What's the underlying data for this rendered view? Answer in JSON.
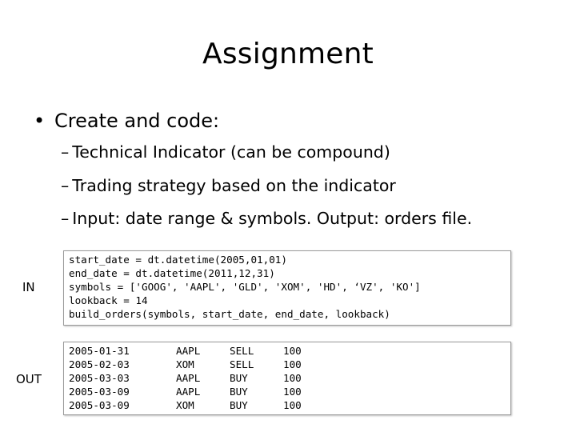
{
  "slide": {
    "title": "Assignment",
    "bullet": {
      "marker": "•",
      "text": "Create and code:"
    },
    "sub_bullets": [
      {
        "marker": "–",
        "text": "Technical Indicator (can be compound)"
      },
      {
        "marker": "–",
        "text": "Trading strategy based on the indicator"
      },
      {
        "marker": "–",
        "text": "Input: date range & symbols. Output: orders file."
      }
    ]
  },
  "input_box": {
    "label": "IN",
    "lines": [
      "start_date = dt.datetime(2005,01,01)",
      "end_date = dt.datetime(2011,12,31)",
      "symbols = ['GOOG', 'AAPL', 'GLD', 'XOM', 'HD', ‘VZ', 'KO']",
      "lookback = 14",
      "build_orders(symbols, start_date, end_date, lookback)"
    ]
  },
  "output_box": {
    "label": "OUT",
    "rows": [
      {
        "date": "2005-01-31",
        "symbol": "AAPL",
        "order": "SELL",
        "shares": "100"
      },
      {
        "date": "2005-02-03",
        "symbol": "XOM",
        "order": "SELL",
        "shares": "100"
      },
      {
        "date": "2005-03-03",
        "symbol": "AAPL",
        "order": "BUY",
        "shares": "100"
      },
      {
        "date": "2005-03-09",
        "symbol": "AAPL",
        "order": "BUY",
        "shares": "100"
      },
      {
        "date": "2005-03-09",
        "symbol": "XOM",
        "order": "BUY",
        "shares": "100"
      }
    ]
  }
}
